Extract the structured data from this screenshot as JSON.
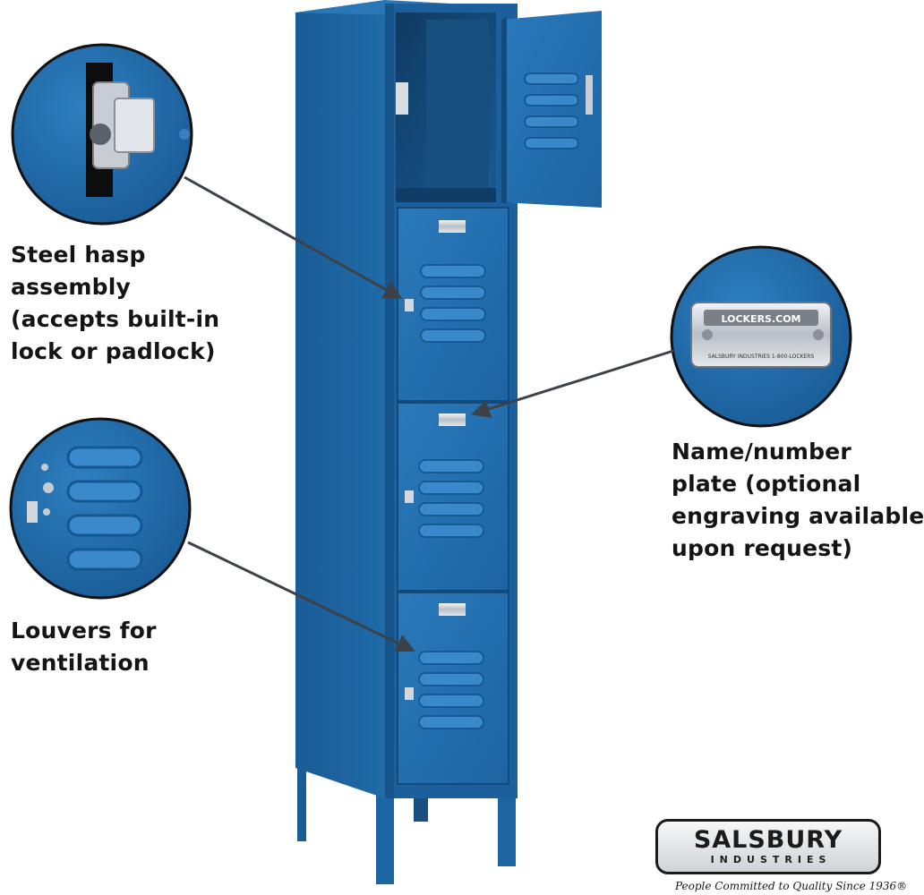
{
  "callouts": {
    "hasp": {
      "line1": "Steel hasp",
      "line2": "assembly",
      "line3": "(accepts built-in",
      "line4": "lock or padlock)"
    },
    "louvers": {
      "line1": "Louvers for",
      "line2": "ventilation"
    },
    "plate": {
      "line1": "Name/number",
      "line2": "plate (optional",
      "line3": "engraving available",
      "line4": "upon request)"
    }
  },
  "nameplate_detail": {
    "top_text": "LOCKERS.COM",
    "bottom_text": "SALSBURY INDUSTRIES   1-800-LOCKERS"
  },
  "brand": {
    "name": "SALSBURY",
    "subname": "INDUSTRIES",
    "tagline": "People Committed to Quality Since 1936®"
  },
  "colors": {
    "locker_blue": "#1f6aa8",
    "locker_dark": "#134a7c",
    "arrow": "#3d4148",
    "text": "#141414"
  }
}
